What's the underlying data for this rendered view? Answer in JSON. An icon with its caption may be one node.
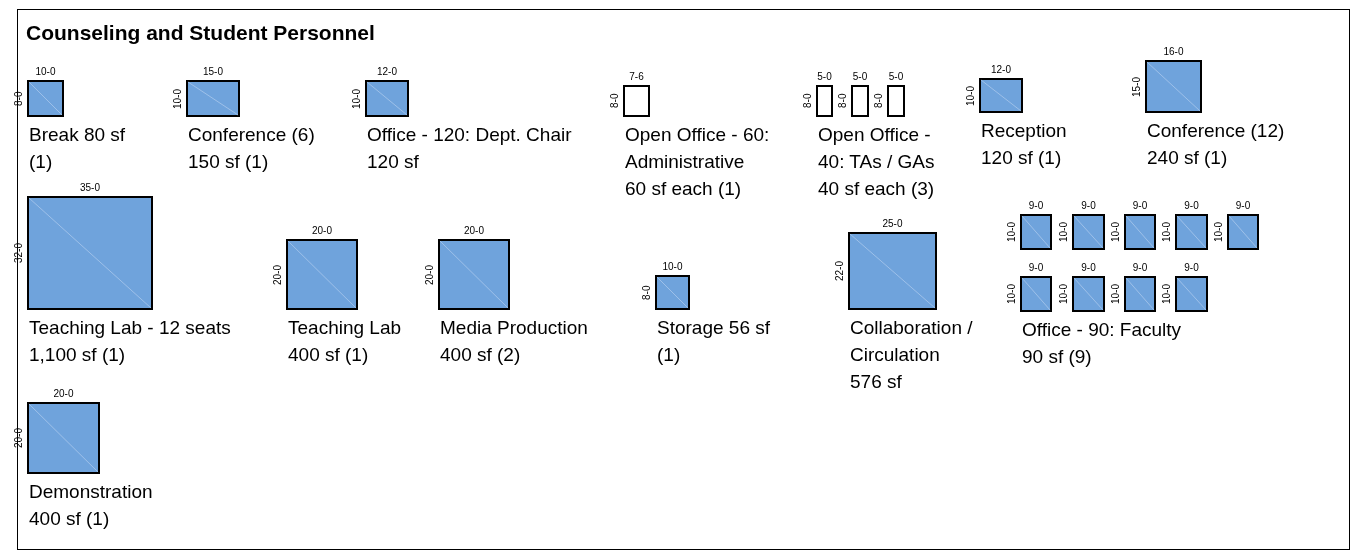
{
  "diagram": {
    "title": "Counseling and Student Personnel",
    "nodes": [
      {
        "text": [
          "Break 80 sf (1)"
        ],
        "beside": [
          "10-0",
          "8-0"
        ]
      },
      {
        "text": [
          "Conference (6) 150 sf (1)"
        ],
        "beside": [
          "15-0",
          "10-0"
        ]
      },
      {
        "text": [
          "Office - 120: Dept. Chair 120 sf"
        ],
        "beside": [
          "12-0",
          "10-0"
        ]
      },
      {
        "text": [
          "Open Office - 60: Administrative 60 sf each (1)"
        ],
        "beside": [
          "7-6",
          "8-0"
        ]
      },
      {
        "text": [
          "Open Office - 40: TAs / GAs 40 sf each (3)"
        ],
        "beside": [
          "5-0",
          "8-0"
        ]
      },
      {
        "text": [],
        "shape": "box",
        "beside": [
          "5-0",
          "8-0"
        ]
      },
      {
        "text": [],
        "shape": "box",
        "beside": [
          "5-0",
          "8-0"
        ]
      },
      {
        "text": [
          "Reception 120 sf (1)"
        ],
        "beside": [
          "12-0",
          "10-0"
        ]
      },
      {
        "text": [
          "Conference (12) 240 sf (1)"
        ],
        "beside": [
          "16-0",
          "15-0"
        ]
      },
      {
        "text": [
          "Teaching Lab - 12 seats 1,100 sf (1)"
        ],
        "beside": [
          "35-0",
          "32-0"
        ]
      },
      {
        "text": [
          "Teaching Lab 400 sf (1)"
        ],
        "beside": [
          "20-0",
          "20-0"
        ]
      },
      {
        "text": [
          "Media Production 400 sf (2)"
        ],
        "beside": [
          "20-0",
          "20-0"
        ]
      },
      {
        "text": [
          "Storage 56 sf (1)"
        ],
        "beside": [
          "10-0",
          "8-0"
        ]
      },
      {
        "text": [
          "Collaboration / Circulation 576 sf"
        ],
        "beside": [
          "25-0",
          "22-0"
        ]
      },
      {
        "text": [],
        "shape": "box",
        "beside": [
          "9-0",
          "10-0"
        ]
      },
      {
        "text": [],
        "shape": "box",
        "beside": [
          "9-0",
          "10-0"
        ]
      },
      {
        "text": [],
        "shape": "box",
        "beside": [
          "9-0",
          "10-0"
        ]
      },
      {
        "text": [],
        "shape": "box",
        "beside": [
          "9-0",
          "10-0"
        ]
      },
      {
        "text": [],
        "shape": "box",
        "beside": [
          "9-0",
          "10-0"
        ]
      },
      {
        "text": [
          "Office - 90: Faculty 90 sf (9)"
        ],
        "beside": [
          "9-0",
          "10-0"
        ]
      },
      {
        "text": [],
        "shape": "box",
        "beside": [
          "9-0",
          "10-0"
        ]
      },
      {
        "text": [],
        "shape": "box",
        "beside": [
          "9-0",
          "10-0"
        ]
      },
      {
        "text": [],
        "shape": "box",
        "beside": [
          "9-0",
          "10-0"
        ]
      },
      {
        "text": [
          "Demonstration 400 sf (1)"
        ],
        "beside": [
          "20-0",
          "20-0"
        ]
      }
    ]
  }
}
